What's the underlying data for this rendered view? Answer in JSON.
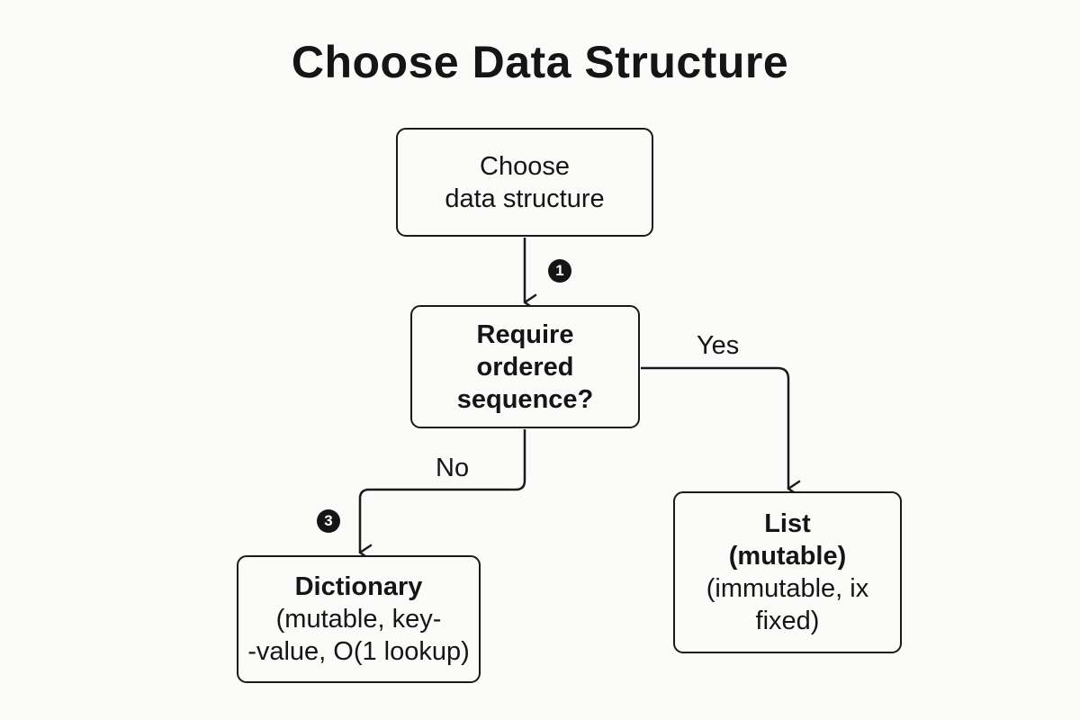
{
  "title": "Choose Data Structure",
  "nodes": {
    "start": {
      "lines": [
        "Choose",
        "data structure"
      ]
    },
    "decision": {
      "lines": [
        "Require",
        "ordered",
        "sequence?"
      ]
    },
    "dictionary": {
      "heading": "Dictionary",
      "lines": [
        "(mutable, key-",
        "-value, O(1 lookup)"
      ]
    },
    "list": {
      "heading": "List",
      "lines": [
        "(mutable)",
        "(immutable, ix",
        "fixed)"
      ]
    }
  },
  "edges": {
    "yes_label": "Yes",
    "no_label": "No"
  },
  "badges": {
    "step_1": "1",
    "step_3": "3"
  },
  "colors": {
    "stroke": "#1a1a1a",
    "background": "#fbfbfa",
    "text": "#151515"
  }
}
